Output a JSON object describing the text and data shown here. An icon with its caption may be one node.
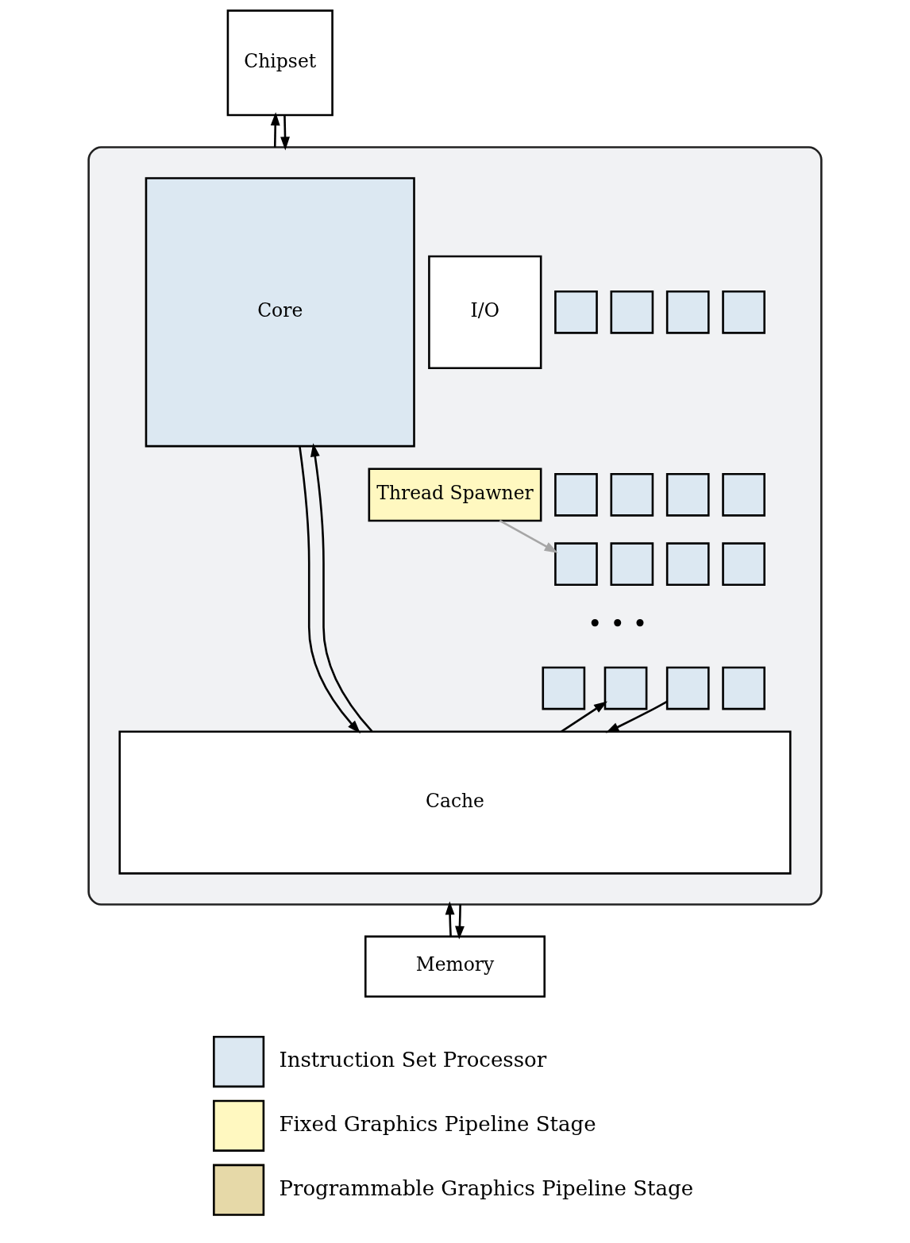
{
  "diagram": {
    "nodes": [
      {
        "text": [
          "Chipset"
        ]
      },
      {
        "text": [],
        "shape": "box"
      },
      {
        "text": [
          "Core"
        ],
        "in": 1
      },
      {
        "text": [
          "I/O"
        ],
        "in": 1
      },
      {
        "text": [
          "Thread Spawner"
        ],
        "in": 1
      },
      {
        "text": [],
        "shape": "box",
        "in": 1
      },
      {
        "text": [],
        "shape": "box",
        "in": 1
      },
      {
        "text": [],
        "shape": "box",
        "in": 1
      },
      {
        "text": [],
        "shape": "box",
        "in": 1
      },
      {
        "text": [],
        "shape": "box",
        "in": 1
      },
      {
        "text": [],
        "shape": "box",
        "in": 1
      },
      {
        "text": [],
        "shape": "box",
        "in": 1
      },
      {
        "text": [],
        "shape": "box",
        "in": 1
      },
      {
        "text": [],
        "shape": "box",
        "in": 1
      },
      {
        "text": [],
        "shape": "box",
        "in": 1
      },
      {
        "text": [],
        "shape": "box",
        "in": 1
      },
      {
        "text": [],
        "shape": "box",
        "in": 1
      },
      {
        "text": [],
        "shape": "box",
        "in": 1
      },
      {
        "text": [],
        "shape": "box",
        "in": 1
      },
      {
        "text": [],
        "shape": "box",
        "in": 1
      },
      {
        "text": [],
        "shape": "box",
        "in": 1
      },
      {
        "text": [
          "Cache"
        ],
        "in": 1
      },
      {
        "text": [
          "Memory"
        ]
      }
    ],
    "edges": [
      {
        "from": 1,
        "to": 0,
        "arrow": "to"
      },
      {
        "from": 0,
        "to": 1,
        "arrow": "to"
      },
      {
        "from": 4,
        "to": 13,
        "arrow": "to",
        "color": "#a6a6a6"
      },
      {
        "from": 21,
        "to": 2,
        "arrow": "to"
      },
      {
        "from": 2,
        "to": 21,
        "arrow": "to"
      },
      {
        "from": 21,
        "to": 18,
        "arrow": "to"
      },
      {
        "from": 19,
        "to": 21,
        "arrow": "to"
      },
      {
        "from": 22,
        "to": 1,
        "arrow": "to"
      },
      {
        "from": 1,
        "to": 22,
        "arrow": "to"
      }
    ],
    "labels": [
      "• • •"
    ],
    "legend": [
      {
        "text": "Instruction Set Processor",
        "color": "#dce8f2"
      },
      {
        "text": "Fixed Graphics Pipeline Stage",
        "color": "#fff8c0"
      },
      {
        "text": "Programmable Graphics Pipeline Stage",
        "color": "#e6d9a8"
      }
    ]
  }
}
